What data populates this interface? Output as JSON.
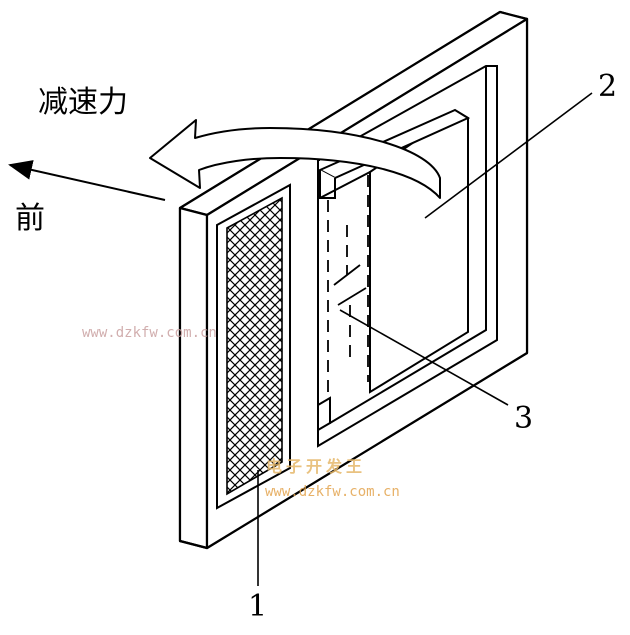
{
  "labels": {
    "deceleration_force": "减速力",
    "front": "前",
    "part_1": "1",
    "part_2": "2",
    "part_3": "3"
  },
  "watermarks": {
    "url_left": "www.dzkfw.com.cn",
    "url_bottom": "www.dzkfw.com.cn",
    "brand": "电子开发王"
  },
  "colors": {
    "stroke": "#000000",
    "background": "#ffffff",
    "watermark_url": "#c9a0a0",
    "watermark_brand": "#e6b86a",
    "watermark_url_bottom": "#e3a44e"
  }
}
